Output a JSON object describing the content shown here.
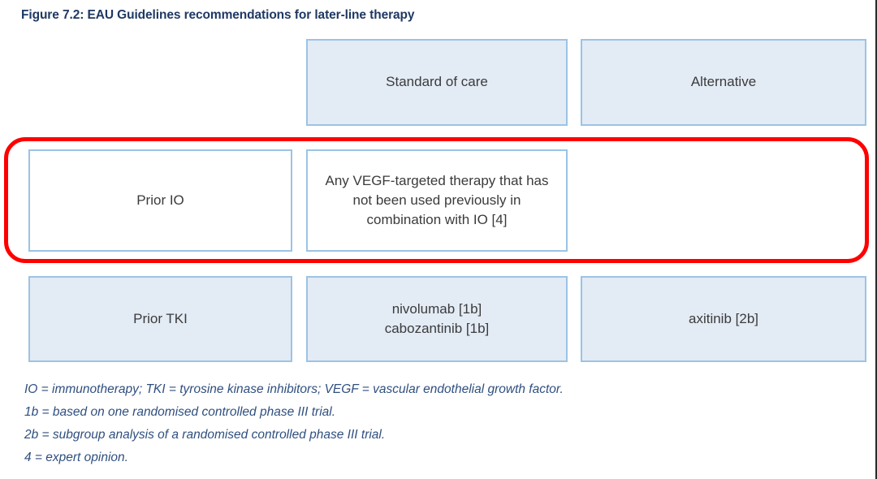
{
  "figure": {
    "title": "Figure 7.2: EAU Guidelines recommendations for later-line therapy"
  },
  "table": {
    "columns": [
      {
        "key": "prior_therapy",
        "label": ""
      },
      {
        "key": "standard_of_care",
        "label": "Standard of care"
      },
      {
        "key": "alternative",
        "label": "Alternative"
      }
    ],
    "header": {
      "col1": "",
      "col2": "Standard of care",
      "col3": "Alternative"
    },
    "rows": [
      {
        "id": "prior-io",
        "highlighted": true,
        "col1": "Prior IO",
        "col2": "Any VEGF-targeted therapy that has not been used previously in combination with IO [4]",
        "col3": ""
      },
      {
        "id": "prior-tki",
        "highlighted": false,
        "col1": "Prior TKI",
        "col2_line1": "nivolumab [1b]",
        "col2_line2": "cabozantinib [1b]",
        "col3": "axitinib [2b]"
      }
    ]
  },
  "footnotes": [
    "IO = immunotherapy; TKI = tyrosine kinase inhibitors; VEGF = vascular endothelial growth factor.",
    "1b = based on one randomised controlled phase III trial.",
    "2b = subgroup analysis of a randomised controlled phase III trial.",
    "4 = expert opinion."
  ],
  "colors": {
    "title_text": "#1F3864",
    "box_fill": "#E3EBF5",
    "box_border": "#9CC3E5",
    "box_text": "#3B3B3B",
    "highlight": "#FE0000",
    "footnote_text": "#2F4F7F",
    "page_background": "#FFFFFF"
  }
}
